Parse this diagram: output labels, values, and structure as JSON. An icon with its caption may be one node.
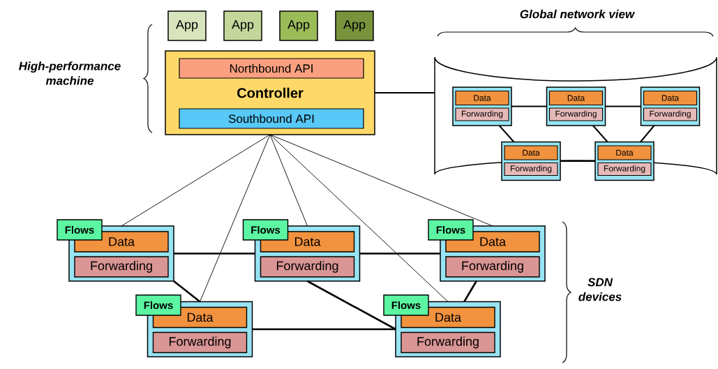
{
  "diagram": {
    "nodes": [
      {
        "text": [
          "App"
        ]
      },
      {
        "text": [
          "App"
        ]
      },
      {
        "text": [
          "App"
        ]
      },
      {
        "text": [
          "App"
        ]
      },
      {
        "text": [
          "Controller"
        ]
      },
      {
        "text": [
          "Northbound API"
        ],
        "in": 4
      },
      {
        "text": [
          "Southbound API"
        ],
        "in": 4
      },
      {
        "text": [
          "Global network view"
        ]
      },
      {
        "text": [],
        "shape": "box",
        "in": 7
      },
      {
        "text": [
          "Data"
        ],
        "in": 8
      },
      {
        "text": [
          "Forwarding"
        ],
        "in": 8
      },
      {
        "text": [],
        "shape": "box",
        "in": 7
      },
      {
        "text": [
          "Data"
        ],
        "in": 11
      },
      {
        "text": [
          "Forwarding"
        ],
        "in": 11
      },
      {
        "text": [],
        "shape": "box",
        "in": 7
      },
      {
        "text": [
          "Data"
        ],
        "in": 14
      },
      {
        "text": [
          "Forwarding"
        ],
        "in": 14
      },
      {
        "text": [],
        "shape": "box",
        "in": 7
      },
      {
        "text": [
          "Data"
        ],
        "in": 17
      },
      {
        "text": [
          "Forwarding"
        ],
        "in": 17
      },
      {
        "text": [],
        "shape": "box",
        "in": 7
      },
      {
        "text": [
          "Data"
        ],
        "in": 20
      },
      {
        "text": [
          "Forwarding"
        ],
        "in": 20
      },
      {
        "text": [
          "Flows"
        ]
      },
      {
        "text": [],
        "shape": "box"
      },
      {
        "text": [
          "Data"
        ],
        "in": 24
      },
      {
        "text": [
          "Forwarding"
        ],
        "in": 24
      },
      {
        "text": [
          "Flows"
        ]
      },
      {
        "text": [],
        "shape": "box"
      },
      {
        "text": [
          "Data"
        ],
        "in": 28
      },
      {
        "text": [
          "Forwarding"
        ],
        "in": 28
      },
      {
        "text": [
          "Flows"
        ]
      },
      {
        "text": [],
        "shape": "box"
      },
      {
        "text": [
          "Data"
        ],
        "in": 32
      },
      {
        "text": [
          "Forwarding"
        ],
        "in": 32
      },
      {
        "text": [
          "Flows"
        ]
      },
      {
        "text": [],
        "shape": "box"
      },
      {
        "text": [
          "Data"
        ],
        "in": 36
      },
      {
        "text": [
          "Forwarding"
        ],
        "in": 36
      },
      {
        "text": [
          "Flows"
        ]
      },
      {
        "text": [],
        "shape": "box"
      },
      {
        "text": [
          "Data"
        ],
        "in": 40
      },
      {
        "text": [
          "Forwarding"
        ],
        "in": 40
      }
    ],
    "edges": [
      {
        "from": 4,
        "to": 7,
        "arrow": "none"
      },
      {
        "from": 4,
        "to": 24,
        "arrow": "none"
      },
      {
        "from": 4,
        "to": 36,
        "arrow": "none"
      },
      {
        "from": 4,
        "to": 28,
        "arrow": "none"
      },
      {
        "from": 4,
        "to": 40,
        "arrow": "none"
      },
      {
        "from": 4,
        "to": 32,
        "arrow": "none"
      },
      {
        "from": 24,
        "to": 28,
        "arrow": "none"
      },
      {
        "from": 28,
        "to": 32,
        "arrow": "none"
      },
      {
        "from": 24,
        "to": 36,
        "arrow": "none"
      },
      {
        "from": 28,
        "to": 40,
        "arrow": "none"
      },
      {
        "from": 32,
        "to": 40,
        "arrow": "none"
      },
      {
        "from": 36,
        "to": 40,
        "arrow": "none"
      },
      {
        "from": 8,
        "to": 11,
        "arrow": "none"
      },
      {
        "from": 11,
        "to": 14,
        "arrow": "none"
      },
      {
        "from": 8,
        "to": 17,
        "arrow": "none"
      },
      {
        "from": 11,
        "to": 20,
        "arrow": "none"
      },
      {
        "from": 14,
        "to": 20,
        "arrow": "none"
      },
      {
        "from": 17,
        "to": 20,
        "arrow": "none"
      }
    ],
    "labels": [
      "High-performance machine",
      "SDN devices"
    ]
  }
}
